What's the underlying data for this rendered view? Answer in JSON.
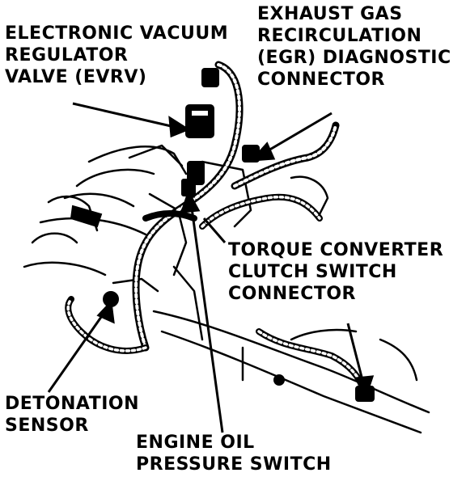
{
  "labels": {
    "evrv": [
      "ELECTRONIC VACUUM",
      "REGULATOR",
      "VALVE (EVRV)"
    ],
    "egr": [
      "EXHAUST GAS",
      "RECIRCULATION",
      "(EGR) DIAGNOSTIC",
      "CONNECTOR"
    ],
    "tcc": [
      "TORQUE CONVERTER",
      "CLUTCH SWITCH",
      "CONNECTOR"
    ],
    "detonation": [
      "DETONATION",
      "SENSOR"
    ],
    "oil": [
      "ENGINE OIL",
      "PRESSURE SWITCH"
    ]
  },
  "colors": {
    "ink": "#000000",
    "paper": "#ffffff"
  }
}
